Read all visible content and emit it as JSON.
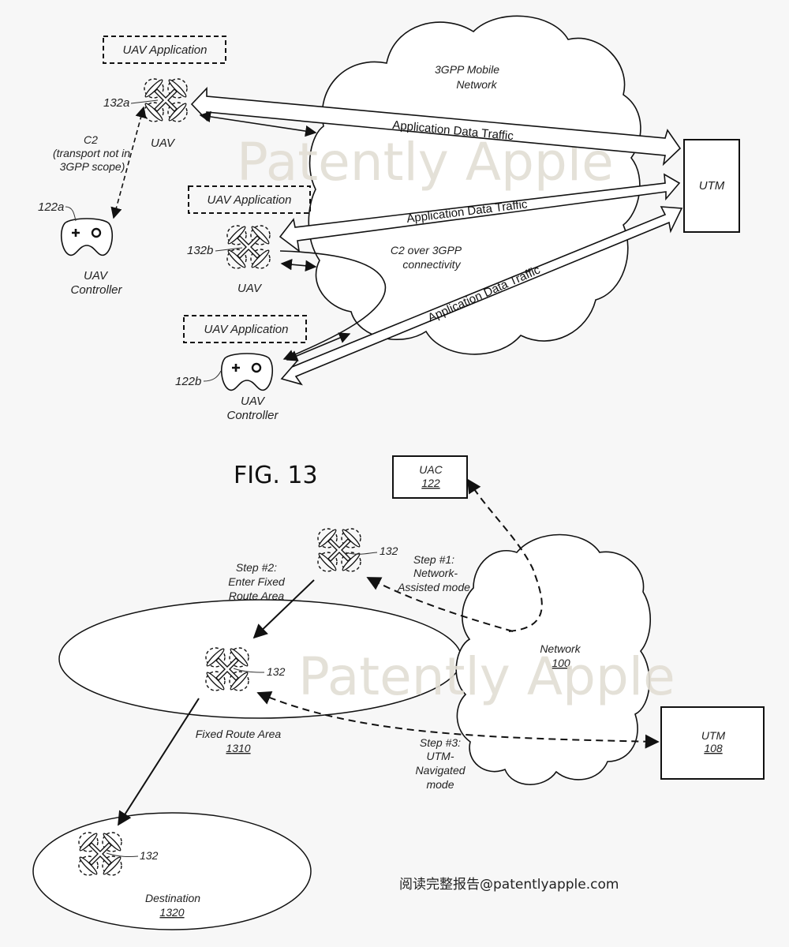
{
  "figure": {
    "caption": "FIG. 13"
  },
  "watermark": {
    "text": "Patently Apple"
  },
  "footer": {
    "text": "阅读完整报告@patentlyapple.com"
  },
  "top_diagram": {
    "network_cloud": {
      "line1": "3GPP Mobile",
      "line2": "Network"
    },
    "utm": {
      "label": "UTM"
    },
    "uav_a": {
      "app_label": "UAV Application",
      "ref": "132a",
      "label": "UAV"
    },
    "uav_b": {
      "app_label": "UAV Application",
      "ref": "132b",
      "label": "UAV"
    },
    "controller_a": {
      "ref": "122a",
      "line1": "UAV",
      "line2": "Controller"
    },
    "controller_b": {
      "app_label": "UAV Application",
      "ref": "122b",
      "line1": "UAV",
      "line2": "Controller"
    },
    "c2_label": {
      "line1": "C2",
      "line2": "(transport not in",
      "line3": "3GPP scope)"
    },
    "c2_over_3gpp": {
      "line1": "C2 over 3GPP",
      "line2": "connectivity"
    },
    "traffic_labels": [
      "Application Data Traffic",
      "Application Data Traffic",
      "Application Data Traffic"
    ]
  },
  "bottom_diagram": {
    "uac": {
      "label": "UAC",
      "ref": "122"
    },
    "network": {
      "label": "Network",
      "ref": "100"
    },
    "utm": {
      "label": "UTM",
      "ref": "108"
    },
    "fixed_route_area": {
      "label": "Fixed Route Area",
      "ref": "1310"
    },
    "destination": {
      "label": "Destination",
      "ref": "1320"
    },
    "uav_refs": [
      "132",
      "132",
      "132"
    ],
    "step1": {
      "line1": "Step #1:",
      "line2": "Network-",
      "line3": "Assisted mode"
    },
    "step2": {
      "line1": "Step #2:",
      "line2": "Enter Fixed",
      "line3": "Route Area"
    },
    "step3": {
      "line1": "Step #3:",
      "line2": "UTM-",
      "line3": "Navigated",
      "line4": "mode"
    }
  }
}
